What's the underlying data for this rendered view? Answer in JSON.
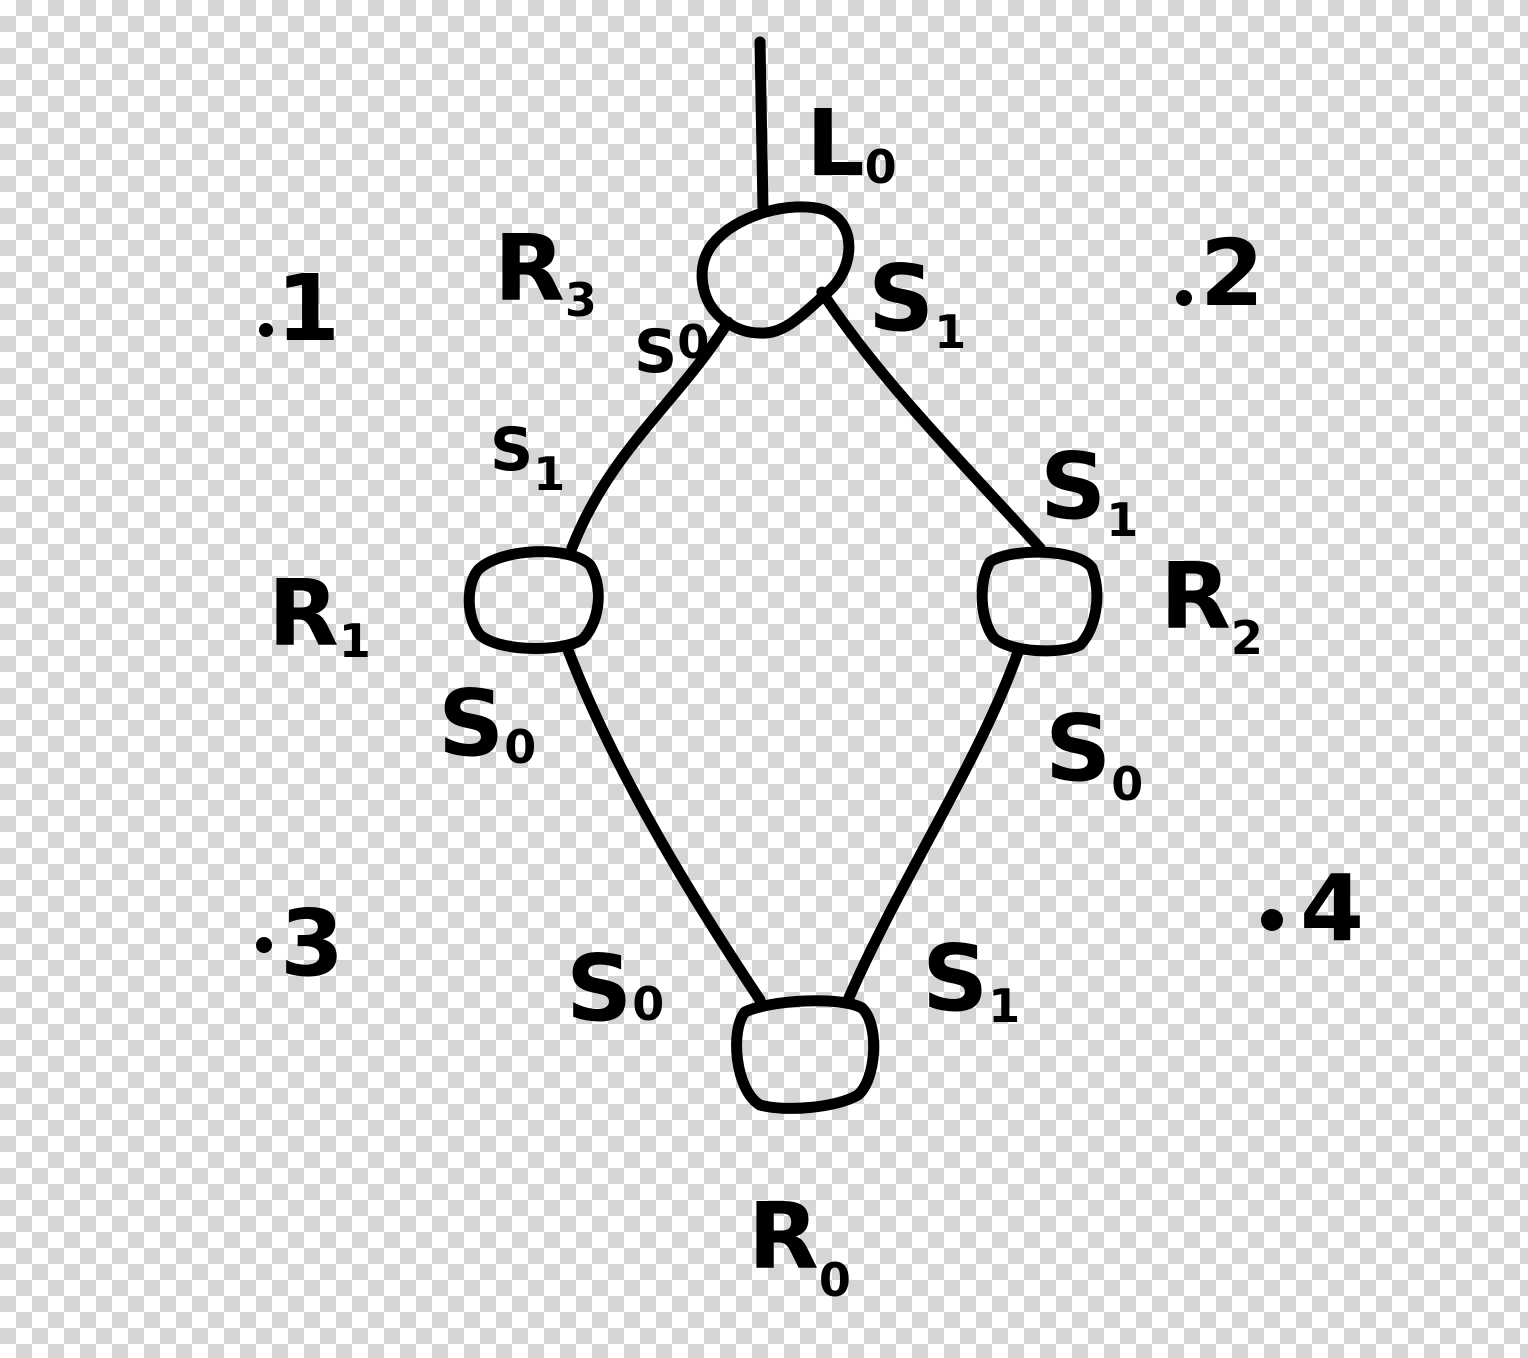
{
  "nodes": [
    {
      "id": "R3",
      "name": "R",
      "sub": "3"
    },
    {
      "id": "R1",
      "name": "R",
      "sub": "1"
    },
    {
      "id": "R2",
      "name": "R",
      "sub": "2"
    },
    {
      "id": "R0",
      "name": "R",
      "sub": "0"
    }
  ],
  "root_label": {
    "name": "L",
    "sub": "0"
  },
  "edges": [
    {
      "from": "R3",
      "to": "R1",
      "from_port": {
        "name": "S",
        "sub": "0"
      },
      "to_port": {
        "name": "S",
        "sub": "1"
      }
    },
    {
      "from": "R3",
      "to": "R2",
      "from_port": {
        "name": "S",
        "sub": "1"
      },
      "to_port": {
        "name": "S",
        "sub": "1"
      }
    },
    {
      "from": "R1",
      "to": "R0",
      "from_port": {
        "name": "S",
        "sub": "0"
      },
      "to_port": {
        "name": "S",
        "sub": "0"
      }
    },
    {
      "from": "R2",
      "to": "R0",
      "from_port": {
        "name": "S",
        "sub": "0"
      },
      "to_port": {
        "name": "S",
        "sub": "1"
      }
    }
  ],
  "regions": [
    "1",
    "2",
    "3",
    "4"
  ]
}
